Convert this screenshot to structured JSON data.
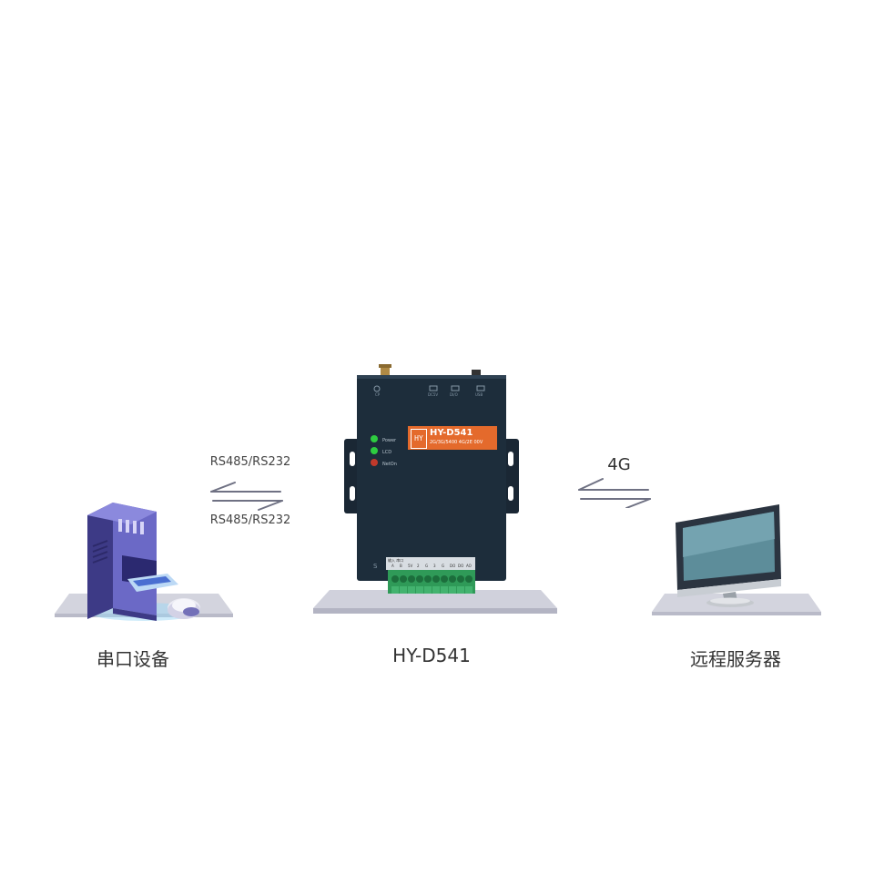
{
  "nodes": {
    "serial_device": {
      "label": "串口设备",
      "icon": "server-cabinet-icon"
    },
    "gateway": {
      "label": "HY-D541",
      "brand_mark": "HY",
      "plate_title": "HY-D541",
      "plate_subtitle": "2G/3G/5400 4G/2E 00V",
      "leds": [
        "Power",
        "LCD",
        "NetOn"
      ],
      "top_ports": [
        "CP",
        "DC5V",
        "DI/O",
        "USB"
      ],
      "terminal_header": "输入 串口",
      "terminal_pins": [
        "A",
        "B",
        "5V",
        "2",
        "G",
        "3",
        "G",
        "DO",
        "DO",
        "AO"
      ],
      "side_mark": "S",
      "icon": "dtu-gateway-icon"
    },
    "remote_server": {
      "label": "远程服务器",
      "icon": "monitor-icon"
    }
  },
  "links": {
    "left": {
      "top_label": "RS485/RS232",
      "bottom_label": "RS485/RS232"
    },
    "right": {
      "top_label": "4G"
    }
  },
  "colors": {
    "device_body": "#1d2d3b",
    "plate": "#e46a2c",
    "platform": "#c9cbd6",
    "arrow": "#6f7183",
    "cabinet": "#5b5ab0",
    "led_green": "#2ecc40",
    "led_red": "#c0392b",
    "terminal": "#2f9a58"
  }
}
